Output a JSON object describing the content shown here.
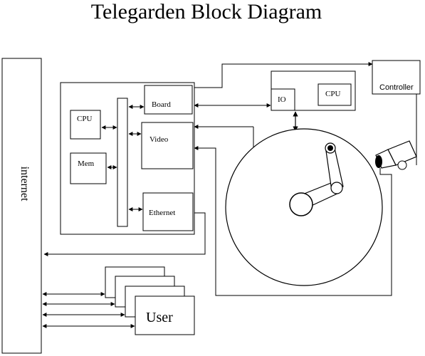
{
  "diagram": {
    "title": "Telegarden Block Diagram",
    "labels": {
      "internet": "internet",
      "cpu_left": "CPU",
      "mem": "Mem",
      "board": "Board",
      "video": "Video",
      "ethernet": "Ethernet",
      "io": "IO",
      "cpu_right": "CPU",
      "controller": "Controller",
      "user": "User"
    }
  }
}
